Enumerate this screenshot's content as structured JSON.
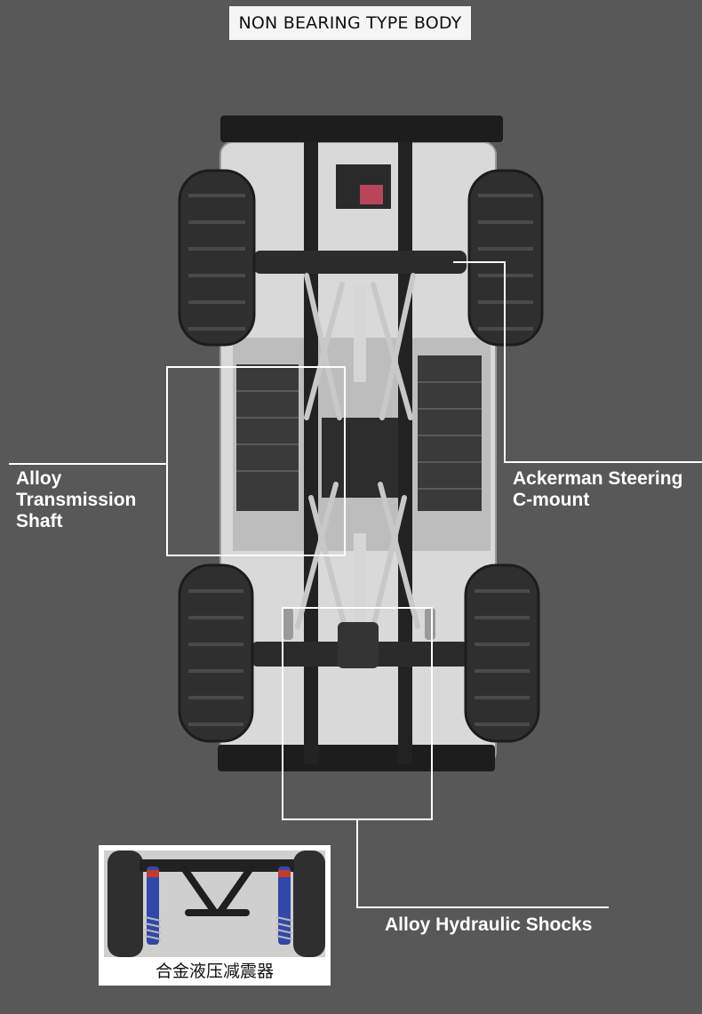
{
  "header": {
    "title": "NON BEARING TYPE BODY"
  },
  "callouts": {
    "transmission": "Alloy\nTransmission\nShaft",
    "steering": "Ackerman Steering\n C-mount",
    "shocks": "Alloy Hydraulic Shocks"
  },
  "inset": {
    "caption": "合金液压减震器"
  },
  "colors": {
    "background": "#585858",
    "callout_line": "#ffffff",
    "tire": "#2f2f2f",
    "frame": "#222222"
  }
}
